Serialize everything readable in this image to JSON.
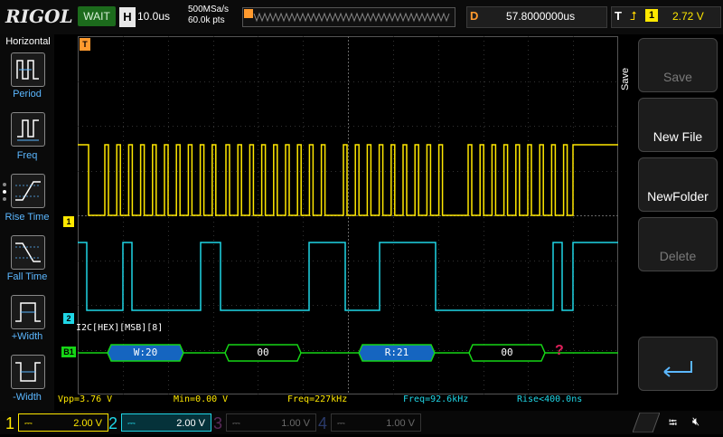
{
  "header": {
    "logo": "RIGOL",
    "run_state": "WAIT",
    "timebase_badge": "H",
    "timebase": "10.0us",
    "sample_rate": "500MSa/s",
    "memory_depth": "60.0k pts",
    "delay_badge": "D",
    "delay": "57.8000000us",
    "trigger_badge": "T",
    "trigger_channel": "1",
    "trigger_level": "2.72 V"
  },
  "left_menu": {
    "title": "Horizontal",
    "items": [
      {
        "label": "Period",
        "icon": "period-icon"
      },
      {
        "label": "Freq",
        "icon": "frequency-icon"
      },
      {
        "label": "Rise Time",
        "icon": "rise-time-icon"
      },
      {
        "label": "Fall Time",
        "icon": "fall-time-icon"
      },
      {
        "label": "+Width",
        "icon": "positive-width-icon"
      },
      {
        "label": "-Width",
        "icon": "negative-width-icon"
      }
    ]
  },
  "right_menu": {
    "title": "Save",
    "items": [
      {
        "label": "Save",
        "enabled": false
      },
      {
        "label": "New File",
        "enabled": true
      },
      {
        "label": "NewFolder",
        "enabled": true
      },
      {
        "label": "Delete",
        "enabled": false
      }
    ],
    "back_icon": "return-arrow-icon"
  },
  "markers": {
    "ch1": "1",
    "ch2": "2",
    "bus": "B1",
    "trigger_pos": "T"
  },
  "decode": {
    "label": "I2C[HEX][MSB][8]",
    "packets": [
      "W:20",
      "00",
      "R:21",
      "00"
    ],
    "unknown": "?"
  },
  "measurements": {
    "vpp": "Vpp=3.76 V",
    "min": "Min=0.00 V",
    "freq1": "Freq=227kHz",
    "freq2": "Freq=92.6kHz",
    "rise": "Rise<400.0ns"
  },
  "channels": [
    {
      "number": "1",
      "coupling": "⎓",
      "scale": "2.00 V",
      "color": "#ffe800",
      "active": true
    },
    {
      "number": "2",
      "coupling": "⎓",
      "scale": "2.00 V",
      "color": "#1fd6e6",
      "active": true
    },
    {
      "number": "3",
      "coupling": "⎓",
      "scale": "1.00 V",
      "color": "#c03fc0",
      "active": false
    },
    {
      "number": "4",
      "coupling": "⎓",
      "scale": "1.00 V",
      "color": "#3f5fc0",
      "active": false
    }
  ],
  "colors": {
    "ch1": "#ffe800",
    "ch2": "#1fd6e6",
    "bus": "#16d616",
    "trigger": "#ff9a2e",
    "accent": "#5bb7ff"
  }
}
